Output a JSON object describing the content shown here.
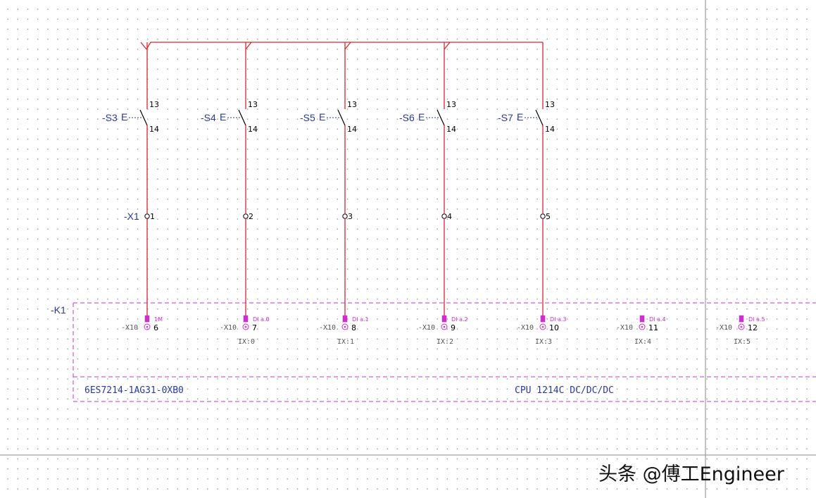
{
  "colors": {
    "wire": "#d6262f",
    "device_label": "#2b3a9c",
    "plc_box": "#cc2fcc",
    "terminal_pin": "#cc2fcc",
    "frame_line": "#8a8a8a"
  },
  "switches": [
    {
      "label": "-S3",
      "type_letter": "E",
      "pin_top": "13",
      "pin_bottom": "14"
    },
    {
      "label": "-S4",
      "type_letter": "E",
      "pin_top": "13",
      "pin_bottom": "14"
    },
    {
      "label": "-S5",
      "type_letter": "E",
      "pin_top": "13",
      "pin_bottom": "14"
    },
    {
      "label": "-S6",
      "type_letter": "E",
      "pin_top": "13",
      "pin_bottom": "14"
    },
    {
      "label": "-S7",
      "type_letter": "E",
      "pin_top": "13",
      "pin_bottom": "14"
    }
  ],
  "terminal_strip": {
    "label": "-X1",
    "terminals": [
      "1",
      "2",
      "3",
      "4",
      "5"
    ]
  },
  "plc": {
    "label": "-K1",
    "part_number": "6ES7214-1AG31-0XB0",
    "model": "CPU 1214C DC/DC/DC",
    "connector": "-X10",
    "channels": [
      {
        "func": "1M",
        "pin": "6",
        "address": ""
      },
      {
        "func": "DI a.0",
        "pin": "7",
        "address": "IX:0"
      },
      {
        "func": "DI a.1",
        "pin": "8",
        "address": "IX:1"
      },
      {
        "func": "DI a.2",
        "pin": "9",
        "address": "IX:2"
      },
      {
        "func": "DI a.3",
        "pin": "10",
        "address": "IX:3"
      },
      {
        "func": "DI a.4",
        "pin": "11",
        "address": "IX:4"
      },
      {
        "func": "DI a.5",
        "pin": "12",
        "address": "IX:5"
      }
    ]
  },
  "watermark": "头条 @傅工Engineer"
}
